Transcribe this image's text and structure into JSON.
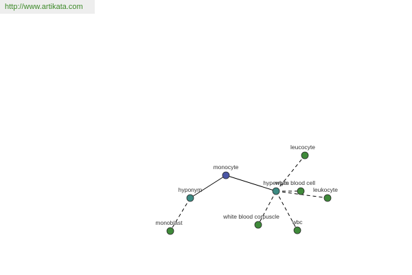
{
  "header": {
    "url_text": "http://www.artikata.com"
  },
  "colors": {
    "root_node": "#4a56a5",
    "relation_node": "#3d8b83",
    "leaf_node": "#3f8a3a",
    "node_stroke": "#2a2a2a",
    "edge": "#000000",
    "url_text": "#3d8a29",
    "url_bar_bg": "#eeeeee"
  },
  "graph": {
    "nodes": [
      {
        "id": "monocyte",
        "label": "monocyte",
        "kind": "root"
      },
      {
        "id": "hyponym",
        "label": "hyponym",
        "kind": "relation"
      },
      {
        "id": "hypernym",
        "label": "hypernym",
        "kind": "relation"
      },
      {
        "id": "monoblast",
        "label": "monoblast",
        "kind": "leaf"
      },
      {
        "id": "leucocyte",
        "label": "leucocyte",
        "kind": "leaf"
      },
      {
        "id": "white_blood_cell",
        "label": "white blood cell",
        "kind": "leaf"
      },
      {
        "id": "leukocyte",
        "label": "leukocyte",
        "kind": "leaf"
      },
      {
        "id": "white_blood_corpuscle",
        "label": "white blood corpuscle",
        "kind": "leaf"
      },
      {
        "id": "wbc",
        "label": "wbc",
        "kind": "leaf"
      }
    ],
    "edges": [
      {
        "from": "monocyte",
        "to": "hyponym",
        "style": "solid"
      },
      {
        "from": "monocyte",
        "to": "hypernym",
        "style": "solid"
      },
      {
        "from": "hyponym",
        "to": "monoblast",
        "style": "dashed"
      },
      {
        "from": "hypernym",
        "to": "leucocyte",
        "style": "dashed"
      },
      {
        "from": "hypernym",
        "to": "white_blood_cell",
        "style": "dashed"
      },
      {
        "from": "hypernym",
        "to": "leukocyte",
        "style": "dashed"
      },
      {
        "from": "hypernym",
        "to": "white_blood_corpuscle",
        "style": "dashed"
      },
      {
        "from": "hypernym",
        "to": "wbc",
        "style": "dashed"
      }
    ]
  }
}
